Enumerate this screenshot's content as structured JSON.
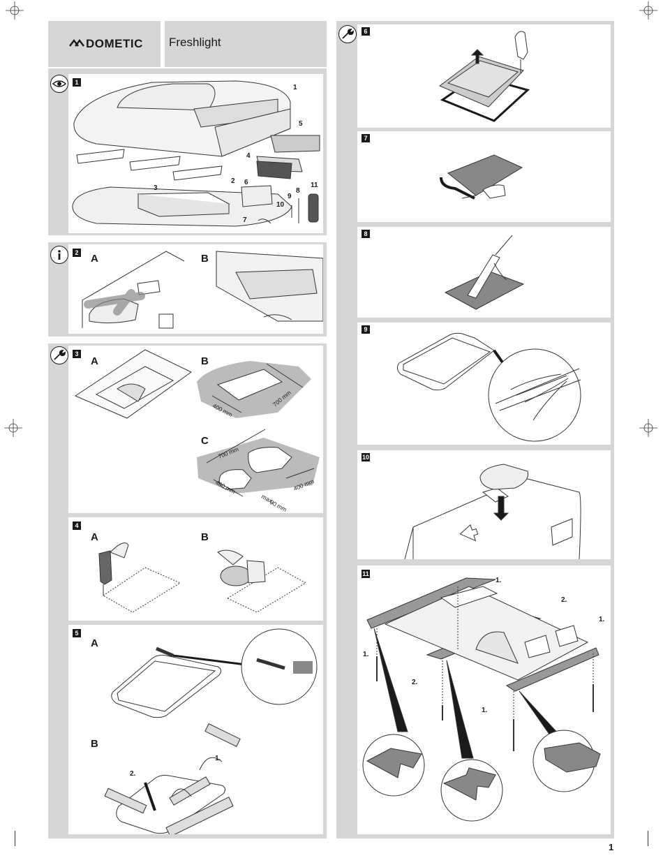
{
  "header": {
    "brand": "DOMETIC",
    "product": "Freshlight"
  },
  "page_number": "1",
  "icons": {
    "step1": "eye-icon",
    "step2": "info-icon",
    "step3": "wrench-icon",
    "step6": "wrench-icon"
  },
  "steps": {
    "s1": {
      "number": "1",
      "parts": [
        "1",
        "2",
        "3",
        "4",
        "5",
        "6",
        "7",
        "8",
        "9",
        "10",
        "11"
      ]
    },
    "s2": {
      "number": "2",
      "sub": [
        "A",
        "B"
      ]
    },
    "s3": {
      "number": "3",
      "sub": [
        "A",
        "B",
        "C"
      ],
      "dims_b": [
        "400 mm",
        "700 mm"
      ],
      "dims_c": [
        "700 mm",
        "400 mm",
        "400 mm",
        "max.",
        "90 mm"
      ]
    },
    "s4": {
      "number": "4",
      "sub": [
        "A",
        "B"
      ]
    },
    "s5": {
      "number": "5",
      "sub": [
        "A",
        "B"
      ],
      "callouts": [
        "1.",
        "2."
      ]
    },
    "s6": {
      "number": "6"
    },
    "s7": {
      "number": "7"
    },
    "s8": {
      "number": "8"
    },
    "s9": {
      "number": "9"
    },
    "s10": {
      "number": "10"
    },
    "s11": {
      "number": "11",
      "callouts": [
        "1.",
        "2.",
        "1.",
        "1.",
        "2.",
        "1."
      ]
    }
  }
}
